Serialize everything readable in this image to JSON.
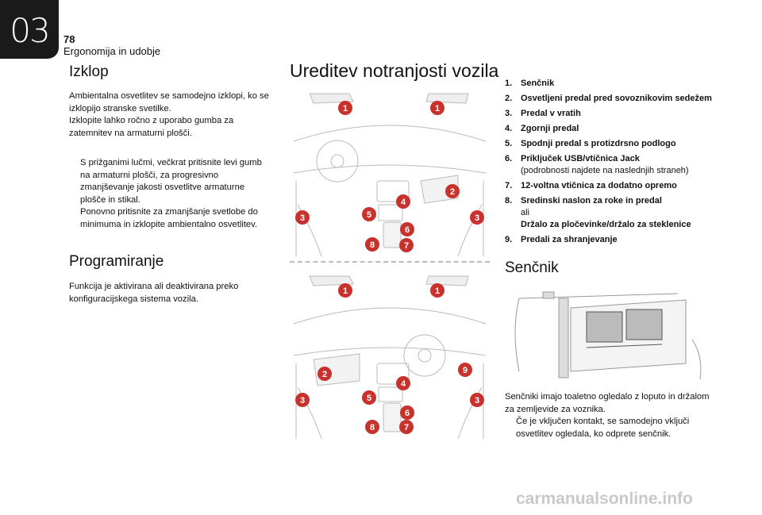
{
  "chapter": {
    "number": "03",
    "page": "78",
    "title": "Ergonomija in udobje"
  },
  "izklop": {
    "heading": "Izklop",
    "para1": "Ambientalna osvetlitev se samodejno izklopi, ko se izklopijo stranske svetilke.",
    "para2": "Izklopite lahko ročno z uporabo gumba za zatemnitev na armaturni plošči.",
    "bullets": [
      "S prižganimi lučmi, večkrat pritisnite levi gumb na armaturni plošči, za progresivno zmanjševanje jakosti osvetlitve armaturne plošče in stikal.",
      "Ponovno pritisnite za zmanjšanje svetlobe do minimuma in izklopite ambientalno osvetlitev."
    ]
  },
  "programiranje": {
    "heading": "Programiranje",
    "text": "Funkcija je aktivirana ali deaktivirana preko konfiguracijskega sistema vozila."
  },
  "ureditev": {
    "heading": "Ureditev notranjosti vozila"
  },
  "items": [
    {
      "n": "1.",
      "label": "Senčnik"
    },
    {
      "n": "2.",
      "label": "Osvetljeni predal pred sovoznikovim sedežem"
    },
    {
      "n": "3.",
      "label": "Predal v vratih"
    },
    {
      "n": "4.",
      "label": "Zgornji predal"
    },
    {
      "n": "5.",
      "label": "Spodnji predal s protizdrsno podlogo"
    },
    {
      "n": "6.",
      "label": "Priključek USB/vtičnica Jack",
      "sub": "(podrobnosti najdete na naslednjih straneh)"
    },
    {
      "n": "7.",
      "label": "12-voltna vtičnica za dodatno opremo"
    },
    {
      "n": "8.",
      "label": "Sredinski naslon za roke in predal",
      "sub": "ali",
      "label2": "Držalo za pločevinke/držalo za steklenice"
    },
    {
      "n": "9.",
      "label": "Predali za shranjevanje"
    }
  ],
  "sencnik": {
    "heading": "Senčnik",
    "text": "Senčniki imajo toaletno ogledalo z loputo in držalom za zemljevide za voznika.",
    "bullet": "Če je vključen kontakt, se samodejno vključi osvetlitev ogledala, ko odprete senčnik."
  },
  "bullet_marker": "",
  "marker_color": "#c8322c",
  "watermark": "carmanualsonline.info"
}
